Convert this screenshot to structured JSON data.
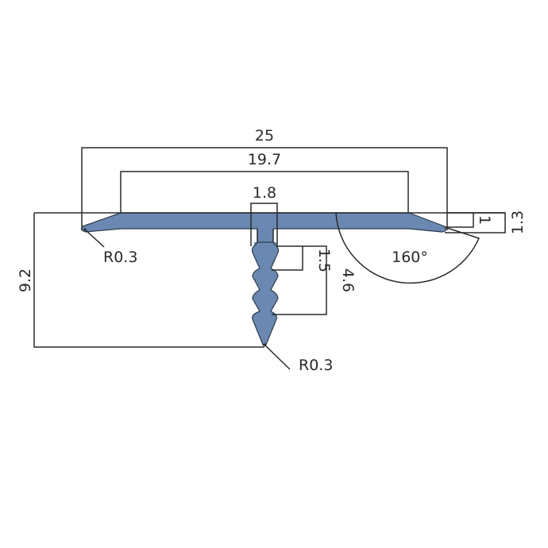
{
  "drawing": {
    "subject": "T-profile with barbed stem (cross-section)",
    "fill_color": "#6a88b1",
    "line_color": "#2a2a2a",
    "dimensions": {
      "overall_width": "25",
      "flat_top_width": "19.7",
      "stem_width": "1.8",
      "overall_height": "9.2",
      "barb_pitch": "1.5",
      "barb_section_length": "4.6",
      "flange_tip_offset": "1",
      "flange_thickness": "1.3",
      "flange_angle": "160°",
      "edge_radius_label": "R0.3",
      "tip_radius_label": "R0.3"
    }
  }
}
